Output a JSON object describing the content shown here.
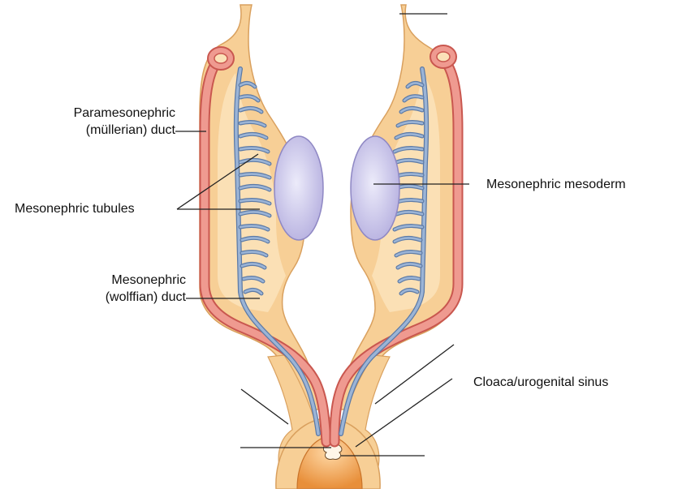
{
  "labels": {
    "paramesonephric_line1": "Paramesonephric",
    "paramesonephric_line2": "(müllerian) duct",
    "mesonephric_tubules": "Mesonephric tubules",
    "mesonephric_duct_line1": "Mesonephric",
    "mesonephric_duct_line2": "(wolffian) duct",
    "mesonephric_mesoderm": "Mesonephric mesoderm",
    "cloaca": "Cloaca/urogenital sinus"
  },
  "colors": {
    "mesoderm": "#f7cf96",
    "mesoderm_edge": "#d9a05e",
    "inner_tissue": "#fbe1b8",
    "paramesonephric_duct": "#ef9a90",
    "paramesonephric_edge": "#c9574f",
    "mesonephric_duct": "#9bb4d6",
    "mesonephric_duct_edge": "#5c7aa6",
    "gonad": "#cdc8ec",
    "gonad_edge": "#8f88c4",
    "cloaca": "#f2a354",
    "leader_line": "#222222"
  }
}
